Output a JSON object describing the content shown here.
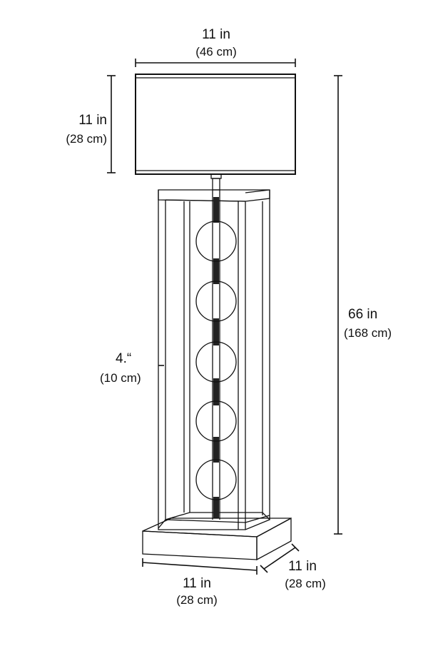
{
  "dimensions": {
    "shade_width": {
      "imperial": "11 in",
      "metric": "(46 cm)"
    },
    "shade_height": {
      "imperial": "11 in",
      "metric": "(28 cm)"
    },
    "overall_height": {
      "imperial": "66 in",
      "metric": "(168 cm)"
    },
    "base_height": {
      "imperial": "4.“",
      "metric": "(10 cm)"
    },
    "base_width": {
      "imperial": "11 in",
      "metric": "(28 cm)"
    },
    "base_depth": {
      "imperial": "11 in",
      "metric": "(28 cm)"
    }
  },
  "colors": {
    "line": "#111111",
    "background": "#ffffff"
  }
}
